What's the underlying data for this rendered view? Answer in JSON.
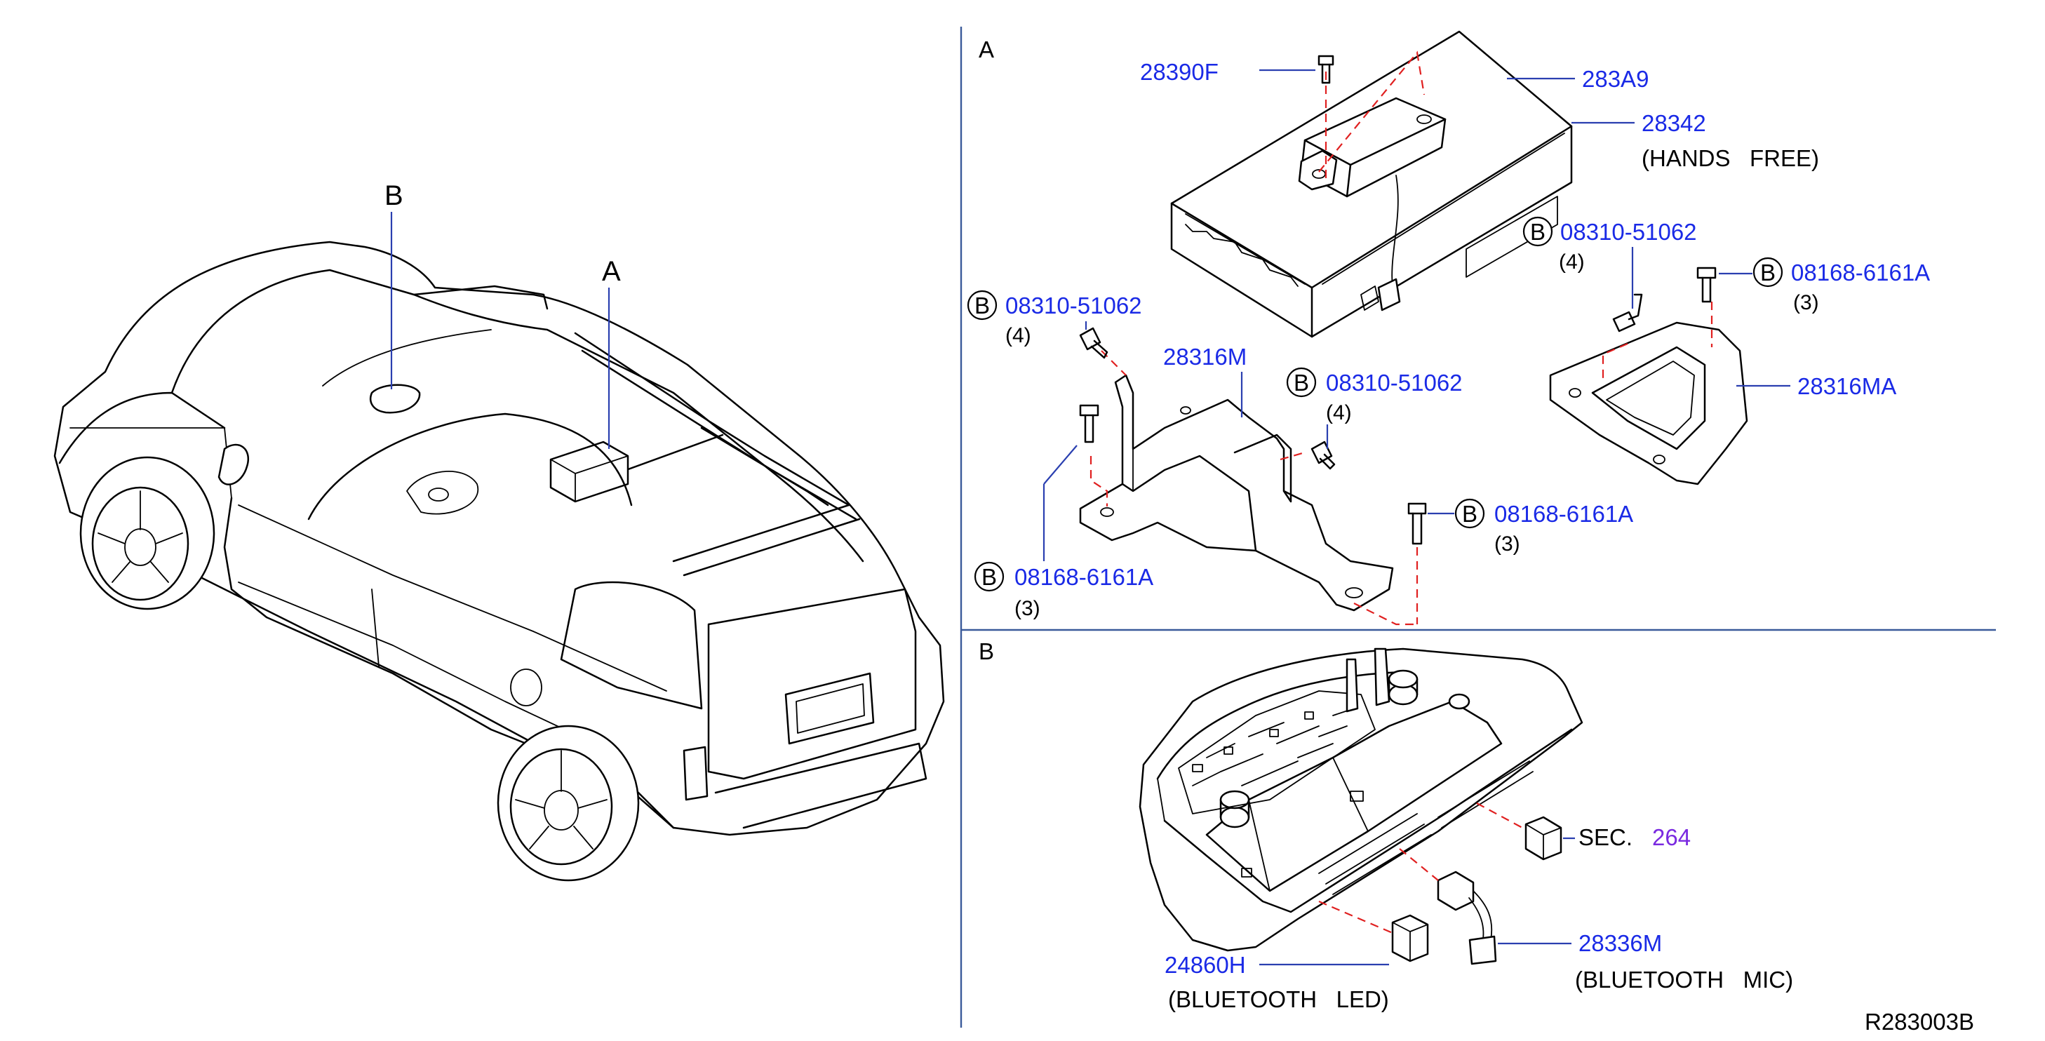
{
  "sections": {
    "a": "A",
    "b": "B"
  },
  "vehicle_callouts": {
    "a": "A",
    "b": "B"
  },
  "parts": {
    "p28390F": "28390F",
    "p283A9": "283A9",
    "p28342": "28342",
    "p28342_desc": "(HANDS   FREE)",
    "bolt_right_top_code": "08310-51062",
    "bolt_right_top_qty": "(4)",
    "bolt_right_top_ref": "B",
    "bolt_right_2_code": "08168-6161A",
    "bolt_right_2_qty": "(3)",
    "bolt_right_2_ref": "B",
    "p28316MA": "28316MA",
    "bolt_left_top_code": "08310-51062",
    "bolt_left_top_qty": "(4)",
    "bolt_left_top_ref": "B",
    "p28316M": "28316M",
    "bolt_mid_code": "08310-51062",
    "bolt_mid_qty": "(4)",
    "bolt_mid_ref": "B",
    "bolt_mid_low_code": "08168-6161A",
    "bolt_mid_low_qty": "(3)",
    "bolt_mid_low_ref": "B",
    "bolt_left_low_code": "08168-6161A",
    "bolt_left_low_qty": "(3)",
    "bolt_left_low_ref": "B",
    "sec_prefix": "SEC.",
    "sec_num": "264",
    "p28336M": "28336M",
    "p28336M_desc": "(BLUETOOTH   MIC)",
    "p24860H": "24860H",
    "p24860H_desc": "(BLUETOOTH   LED)"
  },
  "drawing_id": "R283003B"
}
